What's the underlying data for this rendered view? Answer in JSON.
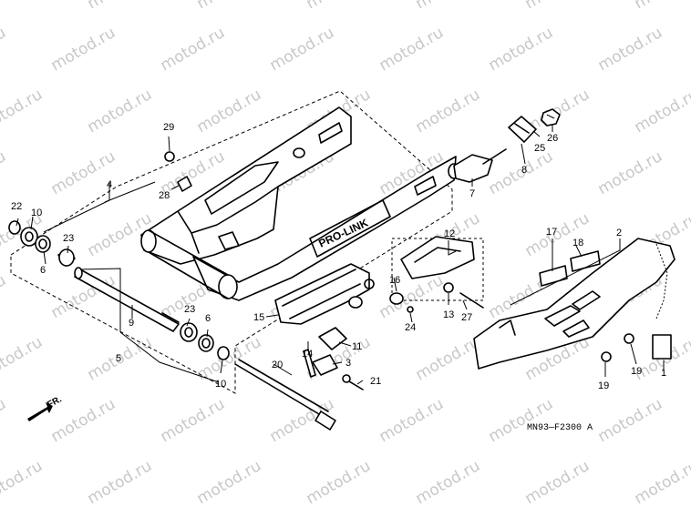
{
  "watermark": "motod.ru",
  "diagram_code": "MN93—F2300 A",
  "front_label": "FR.",
  "swingarm_marking": "PRO-LINK",
  "parts": [
    {
      "n": "1"
    },
    {
      "n": "2"
    },
    {
      "n": "3"
    },
    {
      "n": "4"
    },
    {
      "n": "5"
    },
    {
      "n": "6"
    },
    {
      "n": "6"
    },
    {
      "n": "7"
    },
    {
      "n": "8"
    },
    {
      "n": "9"
    },
    {
      "n": "10"
    },
    {
      "n": "10"
    },
    {
      "n": "11"
    },
    {
      "n": "12"
    },
    {
      "n": "13"
    },
    {
      "n": "14"
    },
    {
      "n": "15"
    },
    {
      "n": "16"
    },
    {
      "n": "17"
    },
    {
      "n": "18"
    },
    {
      "n": "19"
    },
    {
      "n": "19"
    },
    {
      "n": "20"
    },
    {
      "n": "21"
    },
    {
      "n": "22"
    },
    {
      "n": "23"
    },
    {
      "n": "23"
    },
    {
      "n": "24"
    },
    {
      "n": "25"
    },
    {
      "n": "26"
    },
    {
      "n": "27"
    },
    {
      "n": "28"
    },
    {
      "n": "29"
    }
  ]
}
